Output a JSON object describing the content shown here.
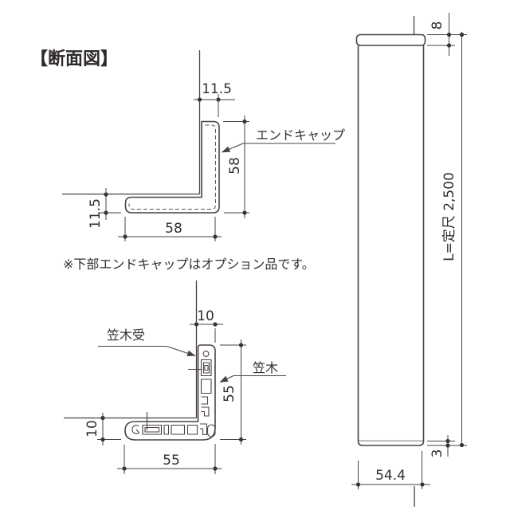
{
  "title": "【断面図】",
  "note": "※下部エンドキャップはオプション品です。",
  "upper": {
    "label_endcap": "エンドキャップ",
    "dim_top": "11.5",
    "dim_right": "58",
    "dim_left": "11.5",
    "dim_bottom": "58"
  },
  "lower": {
    "label_receiver": "笠木受",
    "label_coping": "笠木",
    "dim_top": "10",
    "dim_right": "55",
    "dim_left": "10",
    "dim_bottom": "55"
  },
  "side": {
    "dim_cap_height": "8",
    "dim_length": "L=定尺 2,500",
    "dim_bottom_lip": "3",
    "dim_width": "54.4"
  },
  "colors": {
    "line": "#4a4242",
    "text": "#342e2e",
    "background": "#ffffff"
  }
}
